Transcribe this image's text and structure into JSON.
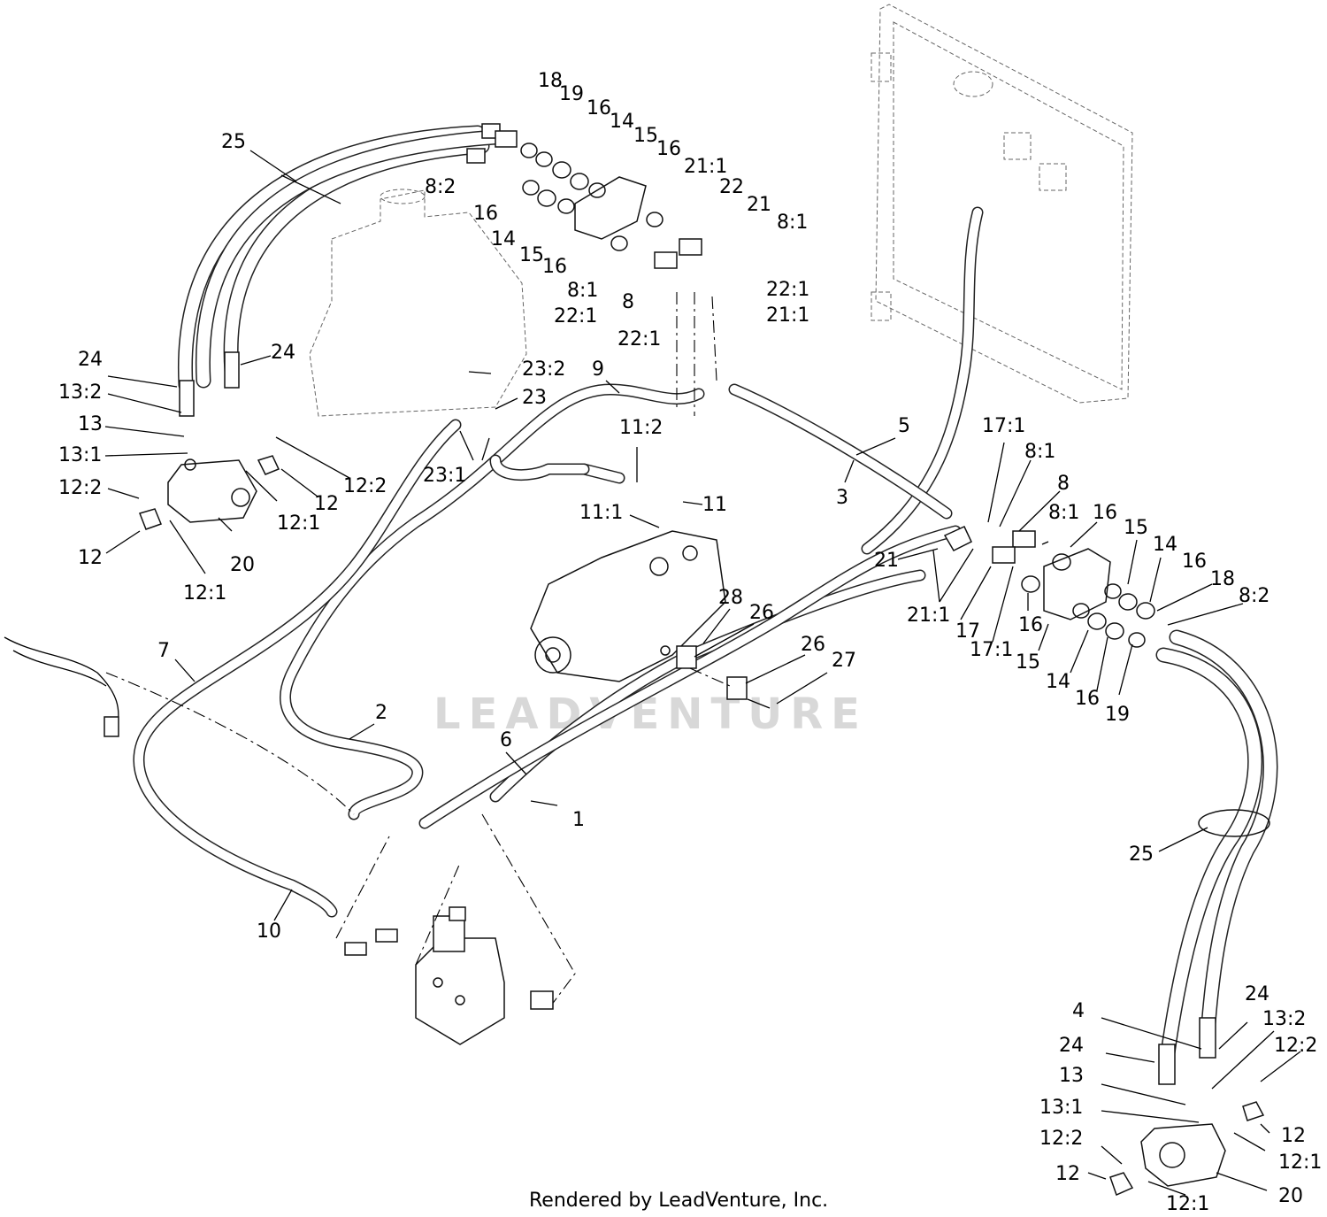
{
  "labels": {
    "l_25a": "25",
    "l_18a": "18",
    "l_19a": "19",
    "l_16a": "16",
    "l_14a": "14",
    "l_15a": "15",
    "l_16b": "16",
    "l_21_1a": "21:1",
    "l_22a": "22",
    "l_21a": "21",
    "l_8_1a": "8:1",
    "l_8_2a": "8:2",
    "l_16c": "16",
    "l_14b": "14",
    "l_15b": "15",
    "l_16d": "16",
    "l_8_1b": "8:1",
    "l_8a": "8",
    "l_22_1a": "22:1",
    "l_22_1b": "22:1",
    "l_21_1b": "21:1",
    "l_22_1c": "22:1",
    "l_24a": "24",
    "l_24b": "24",
    "l_13_2a": "13:2",
    "l_13a": "13",
    "l_13_1a": "13:1",
    "l_12_2a": "12:2",
    "l_12_2b": "12:2",
    "l_12a": "12",
    "l_12_1a": "12:1",
    "l_12b": "12",
    "l_20a": "20",
    "l_12_1b": "12:1",
    "l_23_2": "23:2",
    "l_23": "23",
    "l_23_1": "23:1",
    "l_9": "9",
    "l_11_2": "11:2",
    "l_11": "11",
    "l_11_1": "11:1",
    "l_5": "5",
    "l_3": "3",
    "l_17_1a": "17:1",
    "l_8_1c": "8:1",
    "l_8b": "8",
    "l_8_1d": "8:1",
    "l_16e": "16",
    "l_15c": "15",
    "l_14c": "14",
    "l_16f": "16",
    "l_18b": "18",
    "l_8_2b": "8:2",
    "l_21b": "21",
    "l_21_1c": "21:1",
    "l_17": "17",
    "l_17_1b": "17:1",
    "l_16g": "16",
    "l_15d": "15",
    "l_14d": "14",
    "l_16h": "16",
    "l_19b": "19",
    "l_28": "28",
    "l_26a": "26",
    "l_26b": "26",
    "l_27": "27",
    "l_7": "7",
    "l_2": "2",
    "l_6": "6",
    "l_1": "1",
    "l_10": "10",
    "l_25b": "25",
    "l_4": "4",
    "l_24c": "24",
    "l_24d": "24",
    "l_13_2b": "13:2",
    "l_12_2c": "12:2",
    "l_13b": "13",
    "l_13_1b": "13:1",
    "l_12c": "12",
    "l_12_2d": "12:2",
    "l_12_1c": "12:1",
    "l_12d": "12",
    "l_20b": "20",
    "l_12_1d": "12:1"
  },
  "watermark": "LEADVENTURE",
  "footer": "Rendered by LeadVenture, Inc."
}
